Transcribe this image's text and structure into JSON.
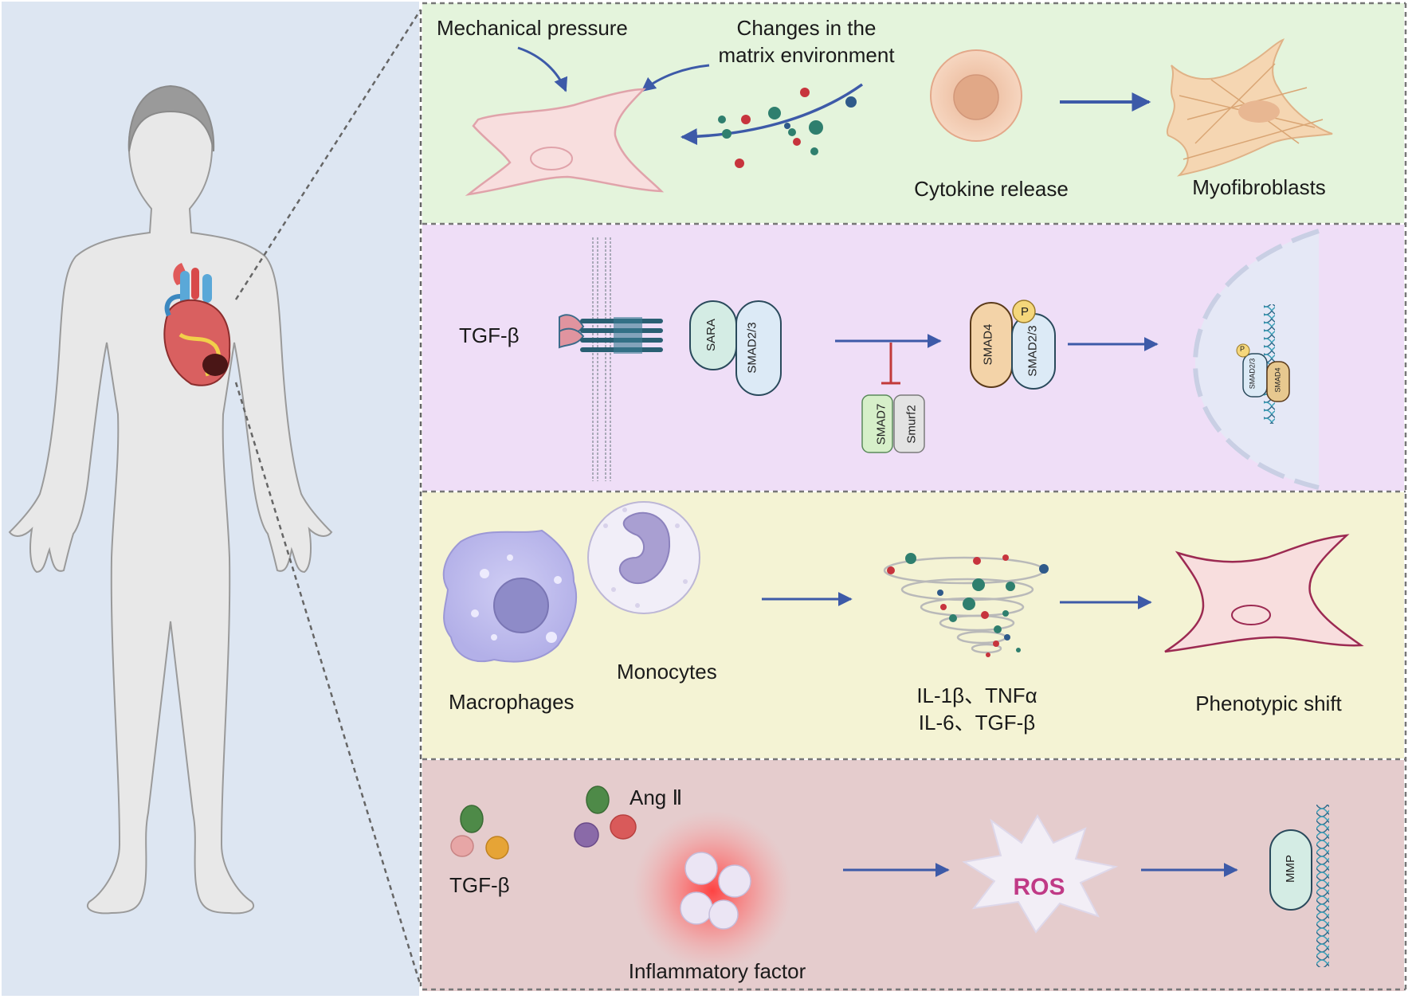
{
  "panel1": {
    "mechanical_pressure": "Mechanical pressure",
    "matrix_line1": "Changes in the",
    "matrix_line2": "matrix environment",
    "cytokine_release": "Cytokine release",
    "myofibroblasts": "Myofibroblasts"
  },
  "panel2": {
    "tgf_beta": "TGF-β",
    "sara": "SARA",
    "smad23": "SMAD2/3",
    "smad4": "SMAD4",
    "p": "P",
    "smad7": "SMAD7",
    "smurf2": "Smurf2",
    "nucleus_smad23": "SMAD2/3",
    "nucleus_smad4": "SMAD4",
    "nucleus_p": "P"
  },
  "panel3": {
    "macrophages": "Macrophages",
    "monocytes": "Monocytes",
    "cytokines_line1": "IL-1β、TNFα",
    "cytokines_line2": "IL-6、TGF-β",
    "phenotypic_shift": "Phenotypic shift"
  },
  "panel4": {
    "ang2": "Ang Ⅱ",
    "tgf_beta": "TGF-β",
    "inflammatory_factor": "Inflammatory factor",
    "ros": "ROS",
    "mmp": "MMP"
  },
  "colors": {
    "left_bg": "#dde6f2",
    "panel1_bg": "#e4f4dc",
    "panel2_bg": "#efdef7",
    "panel3_bg": "#f4f3d4",
    "panel4_bg": "#e5cccd",
    "arrow": "#3d5aa8",
    "ros_text": "#c03a86"
  }
}
